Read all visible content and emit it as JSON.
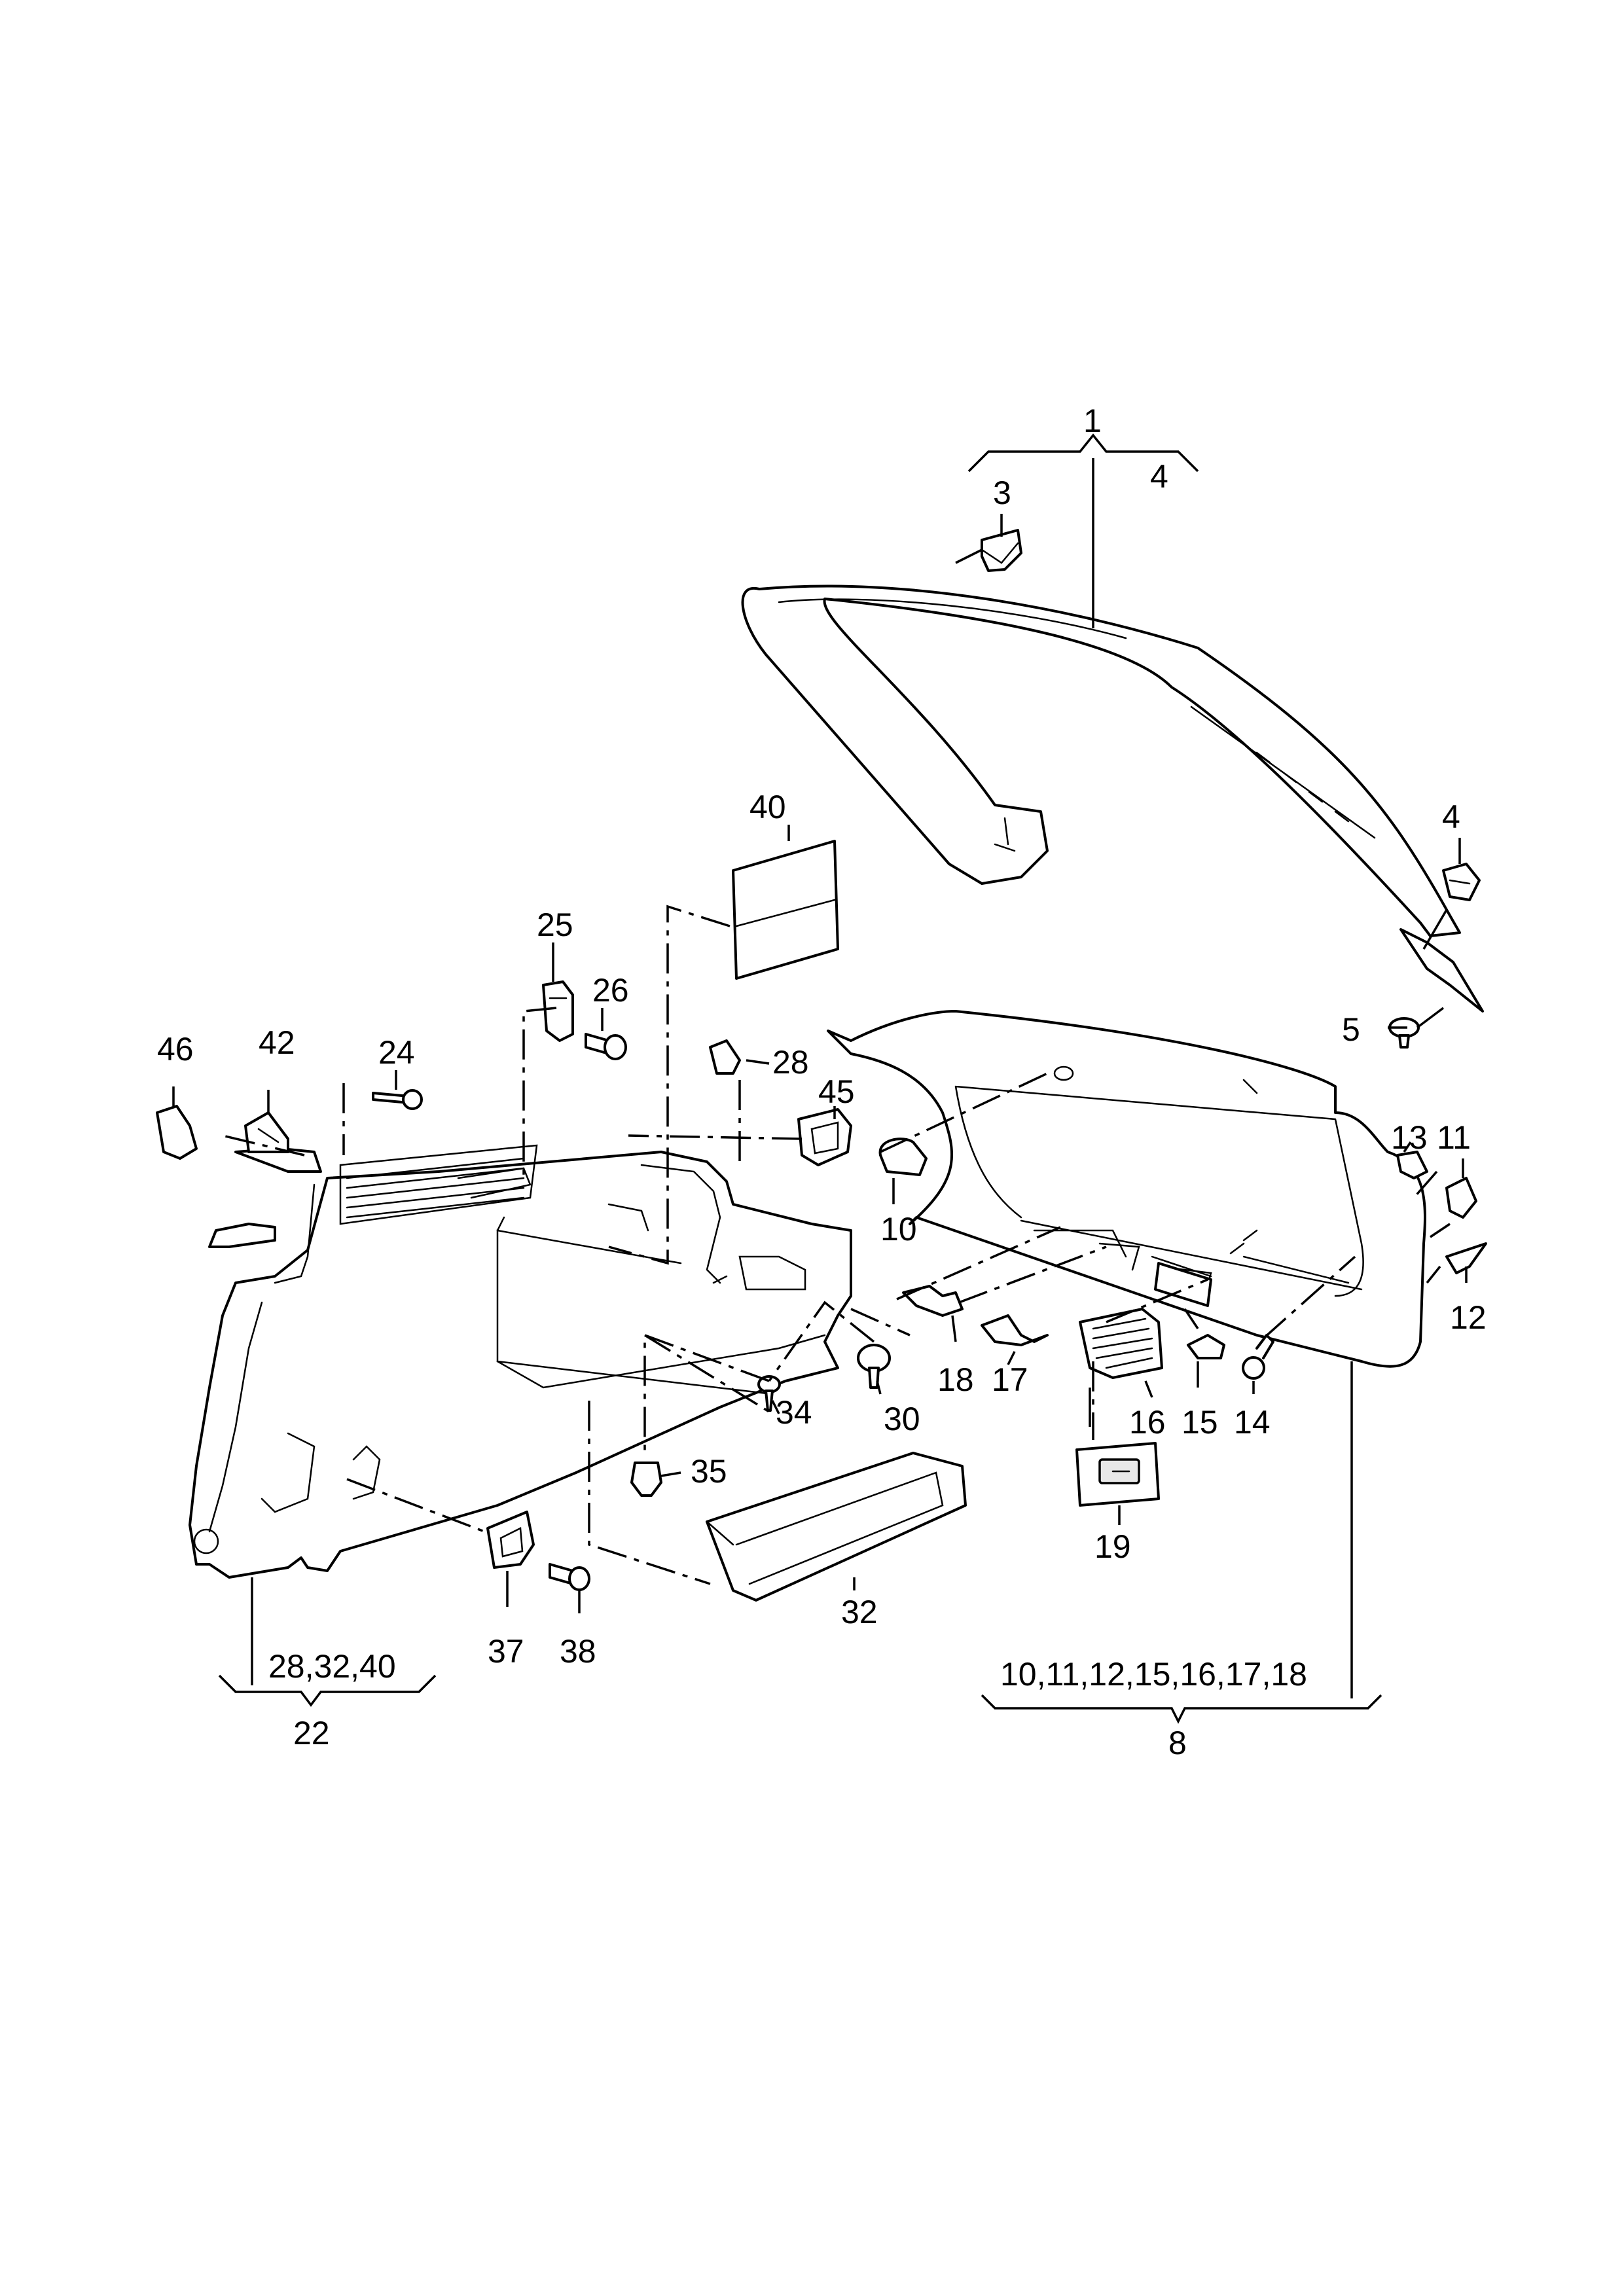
{
  "diagram": {
    "type": "exploded-parts-view",
    "colors": {
      "line": "#000000",
      "background": "#ffffff",
      "fill": "#ffffff"
    },
    "callouts": {
      "c1": "1",
      "c3": "3",
      "c4a": "4",
      "c4b": "4",
      "c5": "5",
      "c8": "8",
      "c8_group": "10,11,12,15,16,17,18",
      "c10": "10",
      "c11": "11",
      "c12": "12",
      "c13": "13",
      "c14": "14",
      "c15": "15",
      "c16": "16",
      "c17": "17",
      "c18": "18",
      "c19": "19",
      "c22": "22",
      "c22_group": "28,32,40",
      "c24": "24",
      "c25": "25",
      "c26": "26",
      "c28": "28",
      "c30": "30",
      "c32": "32",
      "c34": "34",
      "c35": "35",
      "c37": "37",
      "c38": "38",
      "c40": "40",
      "c42": "42",
      "c45": "45",
      "c46": "46"
    }
  }
}
